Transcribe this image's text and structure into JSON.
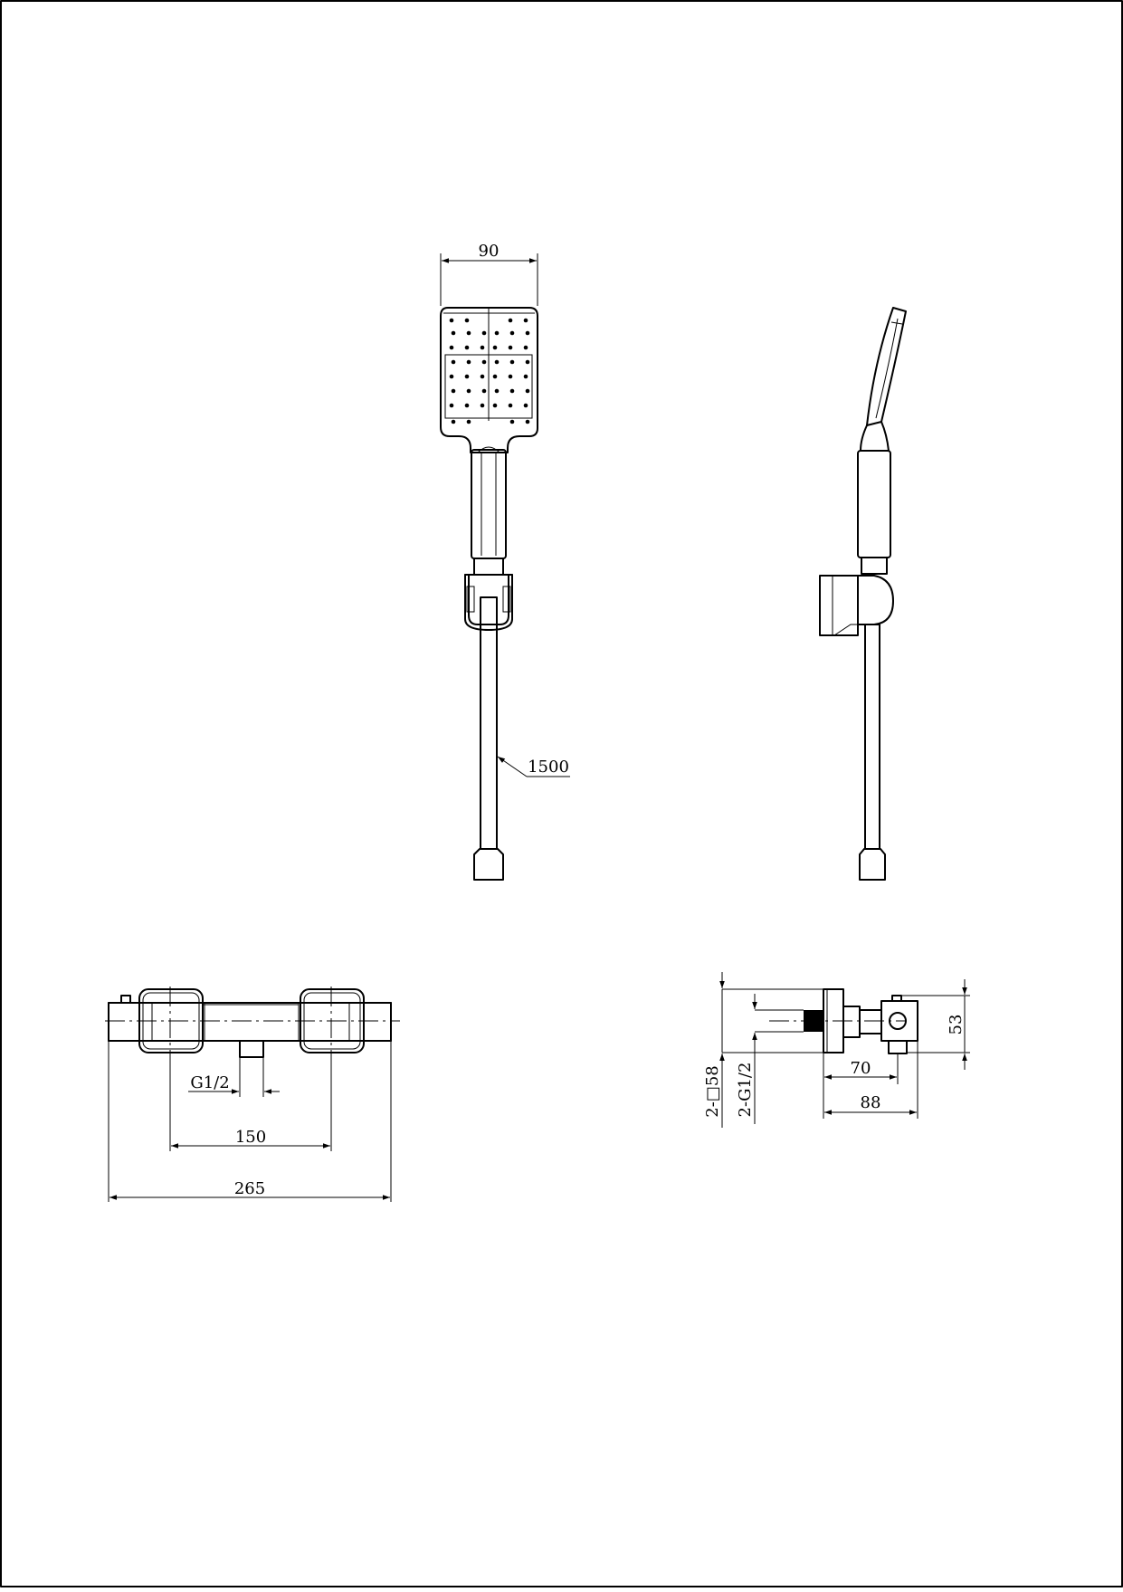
{
  "drawing": {
    "dimensions": {
      "head_width": "90",
      "hose_length": "1500",
      "inlet_thread": "G1/2",
      "inlet_spacing": "150",
      "body_length": "265",
      "wall_height": "53",
      "depth_inner": "70",
      "depth_outer": "88",
      "connector_square": "2-□58",
      "connector_thread": "2-G1/2"
    }
  }
}
